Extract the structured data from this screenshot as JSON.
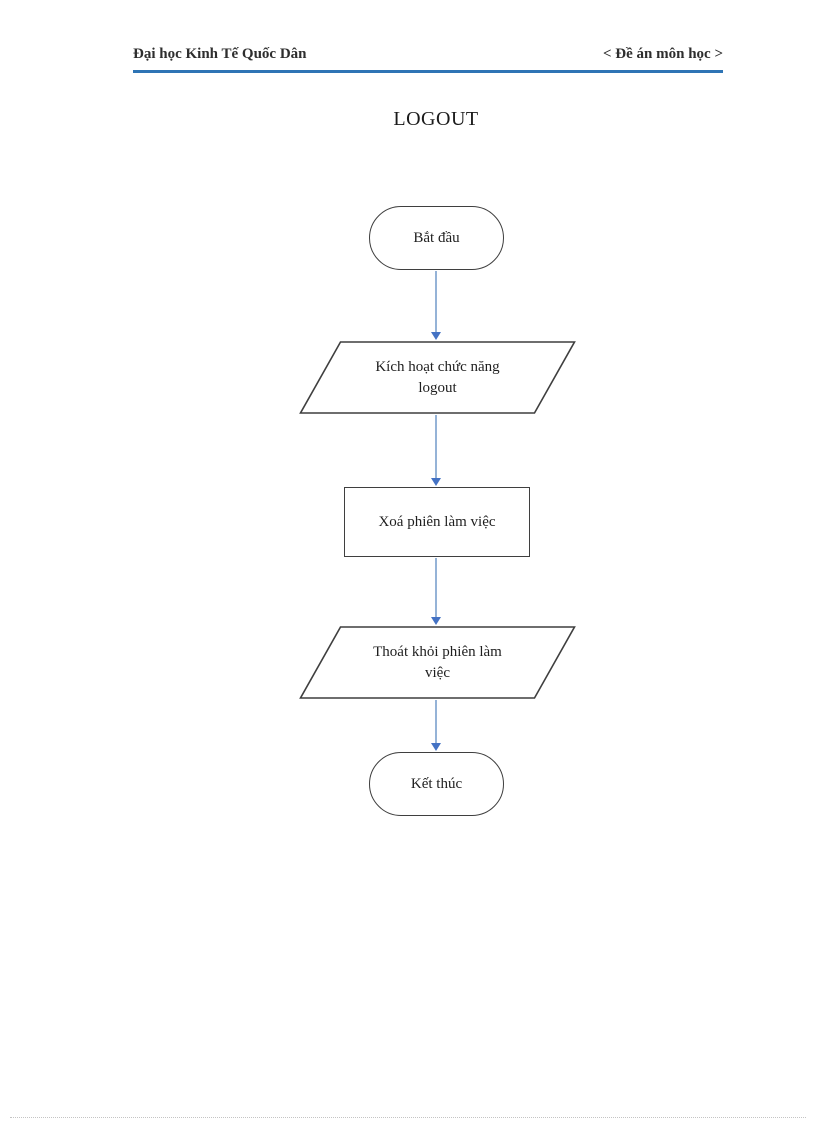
{
  "header": {
    "left": "Đại học Kinh Tế Quốc Dân",
    "right": "< Đề án môn học >"
  },
  "title": "LOGOUT",
  "flowchart": {
    "nodes": [
      {
        "type": "terminator",
        "label": "Bắt đầu"
      },
      {
        "type": "input-output",
        "label": "Kích hoạt chức năng\nlogout"
      },
      {
        "type": "process",
        "label": "Xoá phiên làm việc"
      },
      {
        "type": "input-output",
        "label": "Thoát khỏi phiên làm\nviệc"
      },
      {
        "type": "terminator",
        "label": "Kết thúc"
      }
    ],
    "connectors": [
      {
        "from": "start",
        "to": "activate-logout"
      },
      {
        "from": "activate-logout",
        "to": "delete-session"
      },
      {
        "from": "delete-session",
        "to": "exit-session"
      },
      {
        "from": "exit-session",
        "to": "end"
      }
    ]
  },
  "colors": {
    "header-rule": "#2E74B5",
    "connector-line": "#95B3D7",
    "connector-head": "#4472C4",
    "shape-border": "#3F3F3F",
    "text": "#1F1F1F",
    "footer-dots": "#C4C4C4",
    "page-bg": "#FFFFFF"
  }
}
